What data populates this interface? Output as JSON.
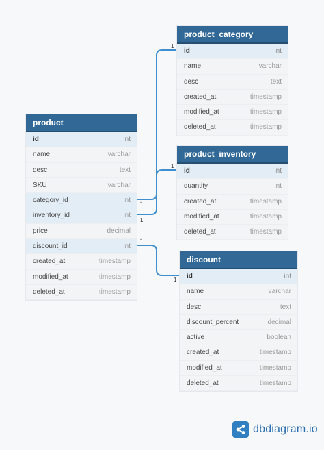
{
  "tables": {
    "product": {
      "name": "product",
      "fields": [
        {
          "name": "id",
          "type": "int"
        },
        {
          "name": "name",
          "type": "varchar"
        },
        {
          "name": "desc",
          "type": "text"
        },
        {
          "name": "SKU",
          "type": "varchar"
        },
        {
          "name": "category_id",
          "type": "int"
        },
        {
          "name": "inventory_id",
          "type": "int"
        },
        {
          "name": "price",
          "type": "decimal"
        },
        {
          "name": "discount_id",
          "type": "int"
        },
        {
          "name": "created_at",
          "type": "timestamp"
        },
        {
          "name": "modified_at",
          "type": "timestamp"
        },
        {
          "name": "deleted_at",
          "type": "timestamp"
        }
      ]
    },
    "product_category": {
      "name": "product_category",
      "fields": [
        {
          "name": "id",
          "type": "int"
        },
        {
          "name": "name",
          "type": "varchar"
        },
        {
          "name": "desc",
          "type": "text"
        },
        {
          "name": "created_at",
          "type": "timestamp"
        },
        {
          "name": "modified_at",
          "type": "timestamp"
        },
        {
          "name": "deleted_at",
          "type": "timestamp"
        }
      ]
    },
    "product_inventory": {
      "name": "product_inventory",
      "fields": [
        {
          "name": "id",
          "type": "int"
        },
        {
          "name": "quantity",
          "type": "int"
        },
        {
          "name": "created_at",
          "type": "timestamp"
        },
        {
          "name": "modified_at",
          "type": "timestamp"
        },
        {
          "name": "deleted_at",
          "type": "timestamp"
        }
      ]
    },
    "discount": {
      "name": "discount",
      "fields": [
        {
          "name": "id",
          "type": "int"
        },
        {
          "name": "name",
          "type": "varchar"
        },
        {
          "name": "desc",
          "type": "text"
        },
        {
          "name": "discount_percent",
          "type": "decimal"
        },
        {
          "name": "active",
          "type": "boolean"
        },
        {
          "name": "created_at",
          "type": "timestamp"
        },
        {
          "name": "modified_at",
          "type": "timestamp"
        },
        {
          "name": "deleted_at",
          "type": "timestamp"
        }
      ]
    }
  },
  "relations": [
    {
      "from": "product.category_id",
      "to": "product_category.id",
      "from_card": "*",
      "to_card": "1"
    },
    {
      "from": "product.inventory_id",
      "to": "product_inventory.id",
      "from_card": "1",
      "to_card": "1"
    },
    {
      "from": "product.discount_id",
      "to": "discount.id",
      "from_card": "*",
      "to_card": "1"
    }
  ],
  "colors": {
    "header": "#316896",
    "link": "#3f8fcf",
    "highlight_row": "#e3edf6",
    "brand": "#2f7fc1"
  },
  "brand": {
    "text": "dbdiagram.io",
    "icon": "share-icon"
  }
}
